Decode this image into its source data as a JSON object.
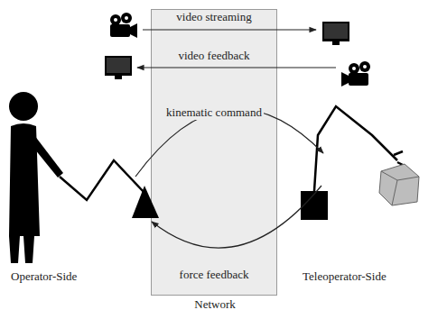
{
  "diagram": {
    "nodes": [
      {
        "text": [
          "Network"
        ]
      }
    ],
    "labels": [
      "video streaming",
      "video feedback",
      "kinematic command",
      "force feedback",
      "Operator-Side",
      "Teleoperator-Side"
    ]
  }
}
